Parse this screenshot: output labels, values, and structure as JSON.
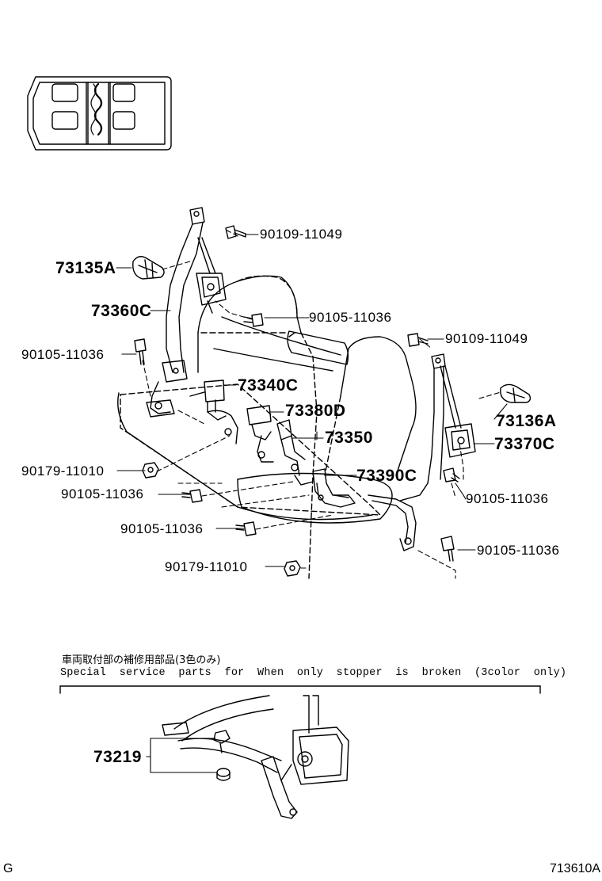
{
  "part_labels": {
    "p73135A": "73135A",
    "p73360C": "73360C",
    "p73340C": "73340C",
    "p73380D": "73380D",
    "p73350": "73350",
    "p73390C": "73390C",
    "p73136A": "73136A",
    "p73370C": "73370C",
    "p73219": "73219",
    "b90109_top": "90109-11049",
    "b90105_upper": "90105-11036",
    "b90105_left": "90105-11036",
    "b90109_right": "90109-11049",
    "b90179_left": "90179-11010",
    "b90105_mid": "90105-11036",
    "b90105_right": "90105-11036",
    "b90105_lower": "90105-11036",
    "b90105_far_right": "90105-11036",
    "b90179_bottom": "90179-11010"
  },
  "note": {
    "japanese": "車両取付部の補修用部品(3色のみ)",
    "english": "Special  service  parts  for  When  only  stopper  is  broken  (3color  only)"
  },
  "corner": {
    "left": "G",
    "right": "713610A"
  }
}
